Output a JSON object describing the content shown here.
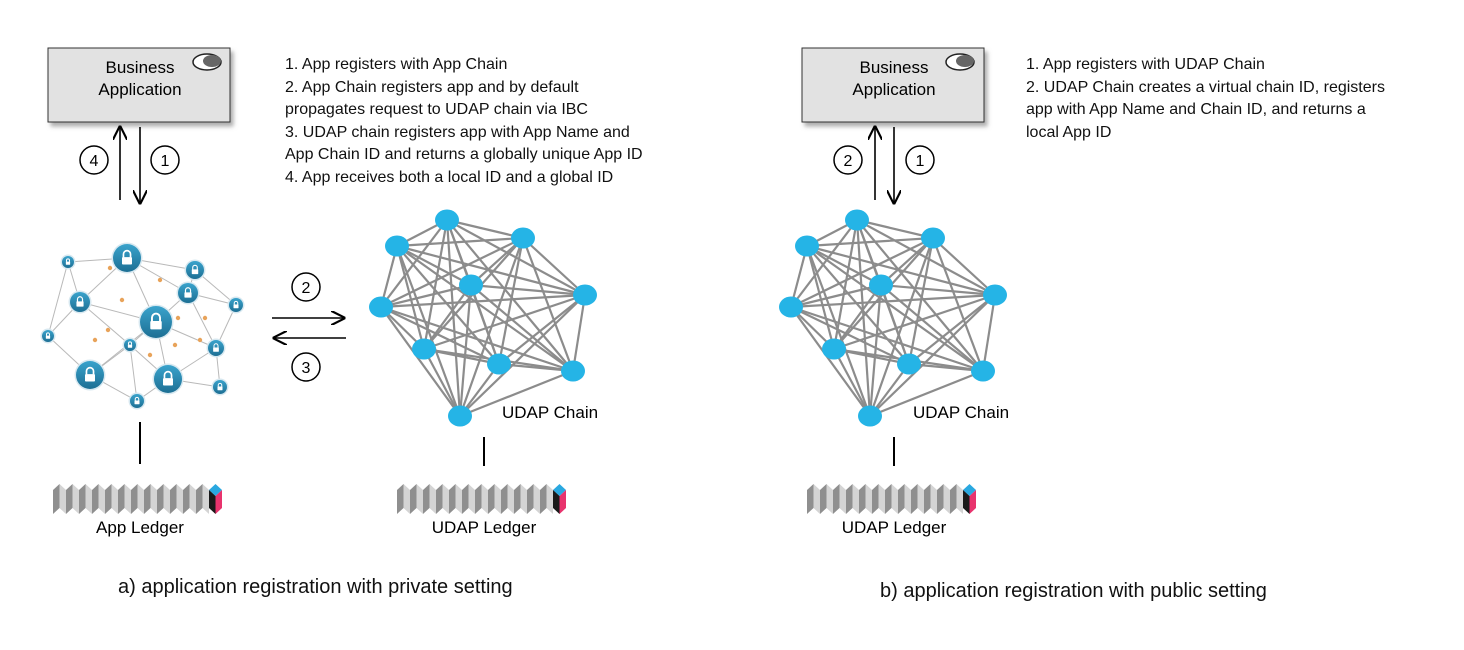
{
  "panel_a": {
    "box_title_1": "Business",
    "box_title_2": "Application",
    "steps": [
      "1. App registers with App Chain",
      "2. App Chain registers app and by default",
      "propagates request to UDAP chain via IBC",
      "3. UDAP chain registers app with App Name and",
      "App Chain ID and returns a globally unique App ID",
      "4. App receives both a local ID and a global ID"
    ],
    "badges": {
      "up": "4",
      "down": "1",
      "ibc_right": "2",
      "ibc_left": "3"
    },
    "chain_label": "UDAP Chain",
    "app_ledger_label": "App Ledger",
    "udap_ledger_label": "UDAP Ledger",
    "caption": "a) application registration with private setting"
  },
  "panel_b": {
    "box_title_1": "Business",
    "box_title_2": "Application",
    "steps": [
      "1. App registers with UDAP Chain",
      "2. UDAP Chain creates a virtual chain ID, registers",
      "app with App Name and Chain ID, and returns a",
      "local App ID"
    ],
    "badges": {
      "up": "2",
      "down": "1"
    },
    "chain_label": "UDAP Chain",
    "udap_ledger_label": "UDAP Ledger",
    "caption": "b) application registration with public setting"
  },
  "colors": {
    "node": "#25b4e6",
    "edge": "#8c8c8c",
    "lock_node": "#2a8bb5",
    "box_fill": "#e2e2e2",
    "ledger_accent_top": "#2aa8e0",
    "ledger_accent_bottom": "#e8336d"
  }
}
